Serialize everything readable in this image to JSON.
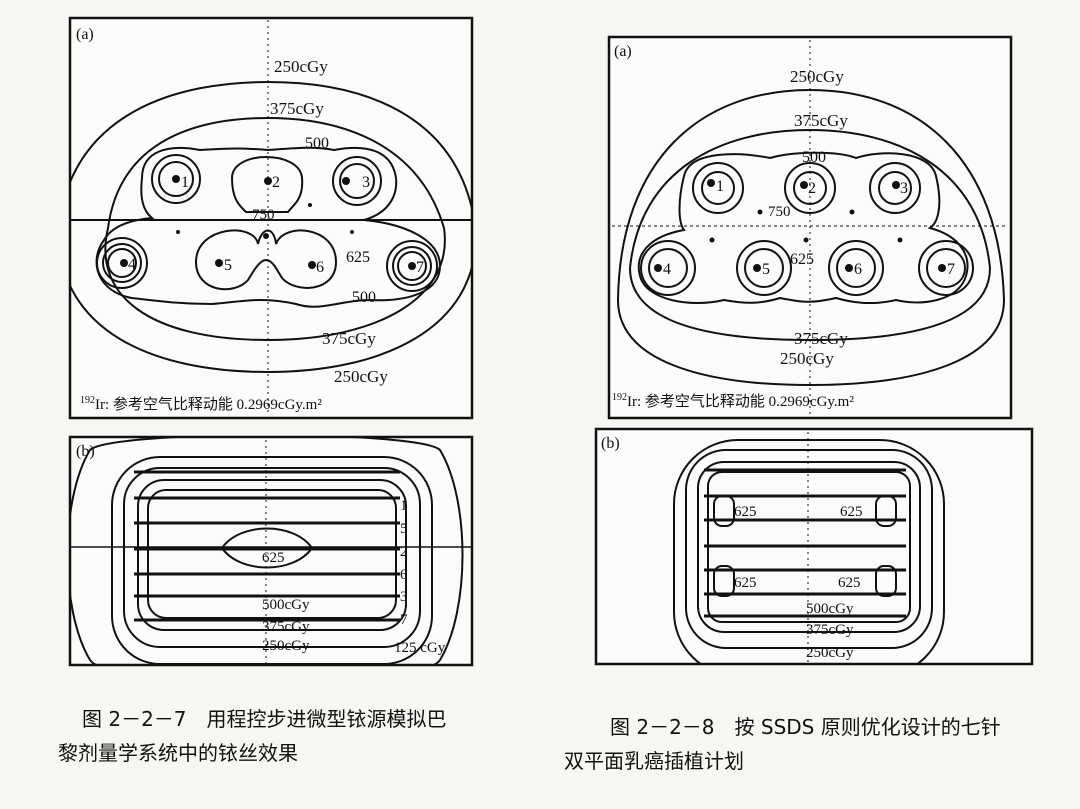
{
  "figure_left": {
    "panel_a": {
      "tag": "(a)",
      "iso_labels": [
        "250cGy",
        "375cGy",
        "500",
        "750",
        "625",
        "500",
        "375cGy",
        "250cGy"
      ],
      "needles": [
        "1",
        "2",
        "3",
        "4",
        "5",
        "6",
        "7"
      ],
      "note_sup": "192",
      "note_text": "Ir: 参考空气比释动能 0.2969cGy.m²"
    },
    "panel_b": {
      "tag": "(b)",
      "row_labels": [
        "1",
        "5",
        "2",
        "6",
        "3",
        "7"
      ],
      "iso_labels": [
        "625",
        "500cGy",
        "375cGy",
        "250cGy",
        "125 cGy"
      ]
    },
    "caption_line1": "图 2－2－7　用程控步进微型铱源模拟巴",
    "caption_line2": "黎剂量学系统中的铱丝效果"
  },
  "figure_right": {
    "panel_a": {
      "tag": "(a)",
      "iso_labels": [
        "250cGy",
        "375cGy",
        "500",
        "750",
        "625",
        "375cGy",
        "250cGy"
      ],
      "needles": [
        "1",
        "2",
        "3",
        "4",
        "5",
        "6",
        "7"
      ],
      "note_sup": "192",
      "note_text": "Ir: 参考空气比释动能 0.2969cGy.m²"
    },
    "panel_b": {
      "tag": "(b)",
      "iso_labels": [
        "625",
        "625",
        "625",
        "625",
        "500cGy",
        "375cGy",
        "250cGy"
      ]
    },
    "caption_line1": "图 2－2－8　按 SSDS 原则优化设计的七针",
    "caption_line2": "双平面乳癌插植计划"
  }
}
